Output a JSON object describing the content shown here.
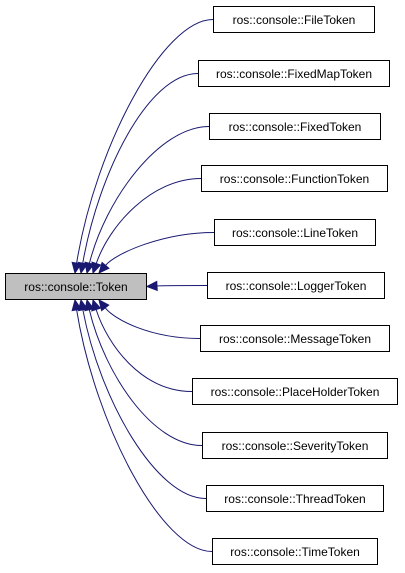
{
  "diagram": {
    "base": {
      "label": "ros::console::Token"
    },
    "derived": [
      {
        "label": "ros::console::FileToken"
      },
      {
        "label": "ros::console::FixedMapToken"
      },
      {
        "label": "ros::console::FixedToken"
      },
      {
        "label": "ros::console::FunctionToken"
      },
      {
        "label": "ros::console::LineToken"
      },
      {
        "label": "ros::console::LoggerToken"
      },
      {
        "label": "ros::console::MessageToken"
      },
      {
        "label": "ros::console::PlaceHolderToken"
      },
      {
        "label": "ros::console::SeverityToken"
      },
      {
        "label": "ros::console::ThreadToken"
      },
      {
        "label": "ros::console::TimeToken"
      }
    ],
    "colors": {
      "edge": "#191970",
      "base_fill": "#bfbfbf",
      "node_fill": "#ffffff",
      "border": "#000000"
    }
  }
}
